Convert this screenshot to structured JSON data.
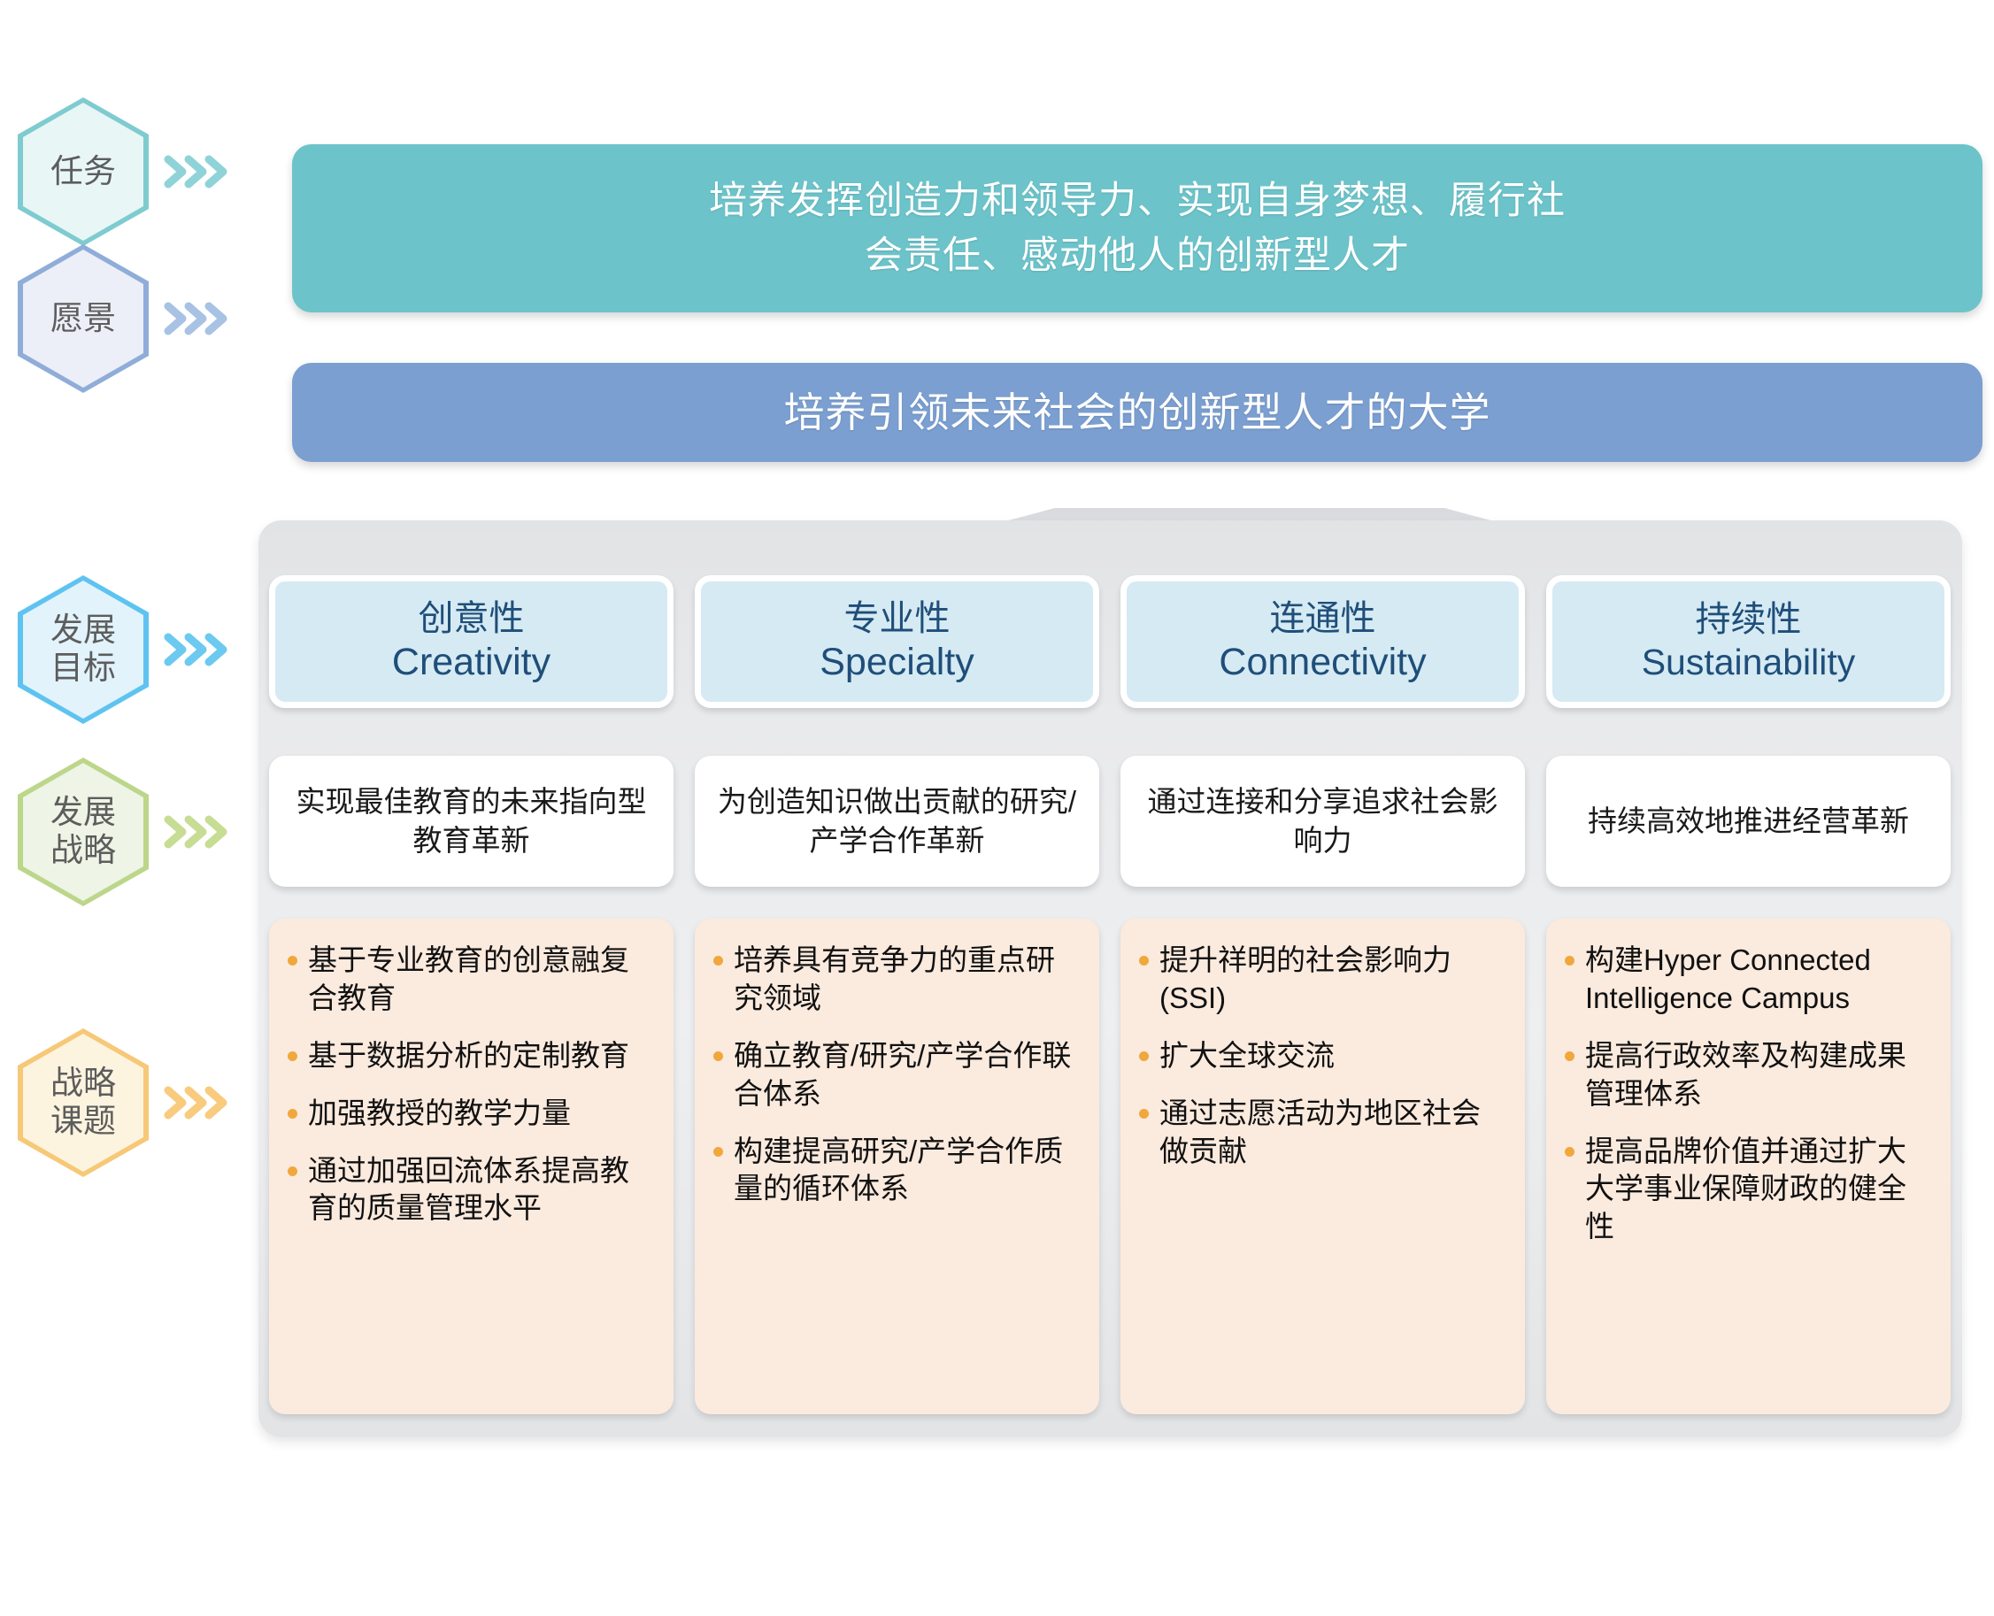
{
  "rail": {
    "items": [
      {
        "label_lines": [
          "任务"
        ],
        "fill": "#e8f6f6",
        "stroke": "#7ecbd0",
        "chevron": "#8fd3d8"
      },
      {
        "label_lines": [
          "愿景"
        ],
        "fill": "#eceff8",
        "stroke": "#8fadd8",
        "chevron": "#a8c2e4"
      },
      {
        "label_lines": [
          "发展",
          "目标"
        ],
        "fill": "#e2f3fc",
        "stroke": "#5ec3f0",
        "chevron": "#6cc9f0"
      },
      {
        "label_lines": [
          "发展",
          "战略"
        ],
        "fill": "#eef4e6",
        "stroke": "#bcd68a",
        "chevron": "#c7dd93"
      },
      {
        "label_lines": [
          "战略",
          "课题"
        ],
        "fill": "#fdf4e0",
        "stroke": "#f6c877",
        "chevron": "#f8cb7e"
      }
    ]
  },
  "mission": {
    "text": "培养发挥创造力和领导力、实现自身梦想、履行社\n会责任、感动他人的创新型人才",
    "bg": "#6cc4ca"
  },
  "vision": {
    "text": "培养引领未来社会的创新型人才的大学",
    "bg": "#7b9fd0"
  },
  "columns": [
    {
      "goal_cn": "创意性",
      "goal_en": "Creativity",
      "strategy": "实现最佳教育的未来指向型教育革新",
      "tasks": [
        "基于专业教育的创意融复合教育",
        "基于数据分析的定制教育",
        "加强教授的教学力量",
        "通过加强回流体系提高教育的质量管理水平"
      ]
    },
    {
      "goal_cn": "专业性",
      "goal_en": "Specialty",
      "strategy": "为创造知识做出贡献的研究/产学合作革新",
      "tasks": [
        "培养具有竞争力的重点研究领域",
        "确立教育/研究/产学合作联合体系",
        "构建提高研究/产学合作质量的循环体系"
      ]
    },
    {
      "goal_cn": "连通性",
      "goal_en": "Connectivity",
      "strategy": "通过连接和分享追求社会影响力",
      "tasks": [
        "提升祥明的社会影响力(SSI)",
        "扩大全球交流",
        "通过志愿活动为地区社会做贡献"
      ]
    },
    {
      "goal_cn": "持续性",
      "goal_en": "Sustainability",
      "strategy": "持续高效地推进经营革新",
      "tasks": [
        "构建Hyper Connected Intelligence Campus",
        "提高行政效率及构建成果管理体系",
        "提高品牌价值并通过扩大大学事业保障财政的健全性"
      ]
    }
  ],
  "palette": {
    "goal_bg": "#d5eaf3",
    "goal_text": "#1f4e79",
    "task_bg": "#fbeade",
    "bullet": "#f0a83c",
    "panel_bg": "#e9eaec"
  }
}
